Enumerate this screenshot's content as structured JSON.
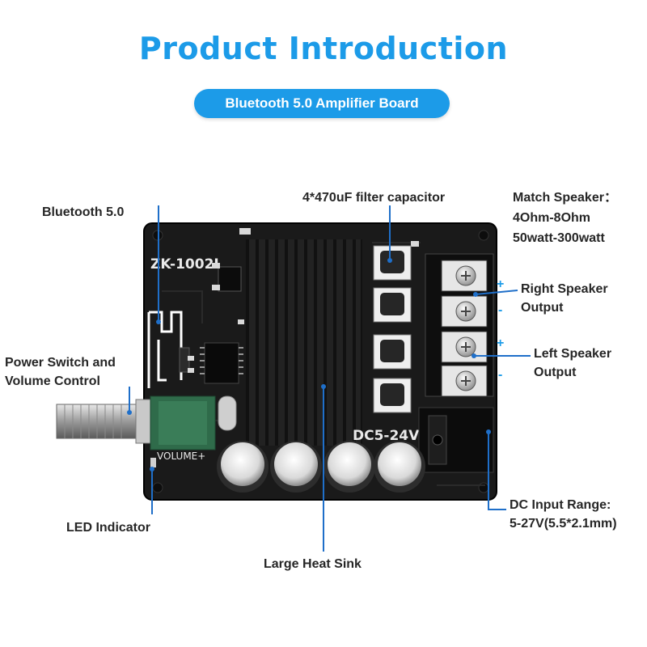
{
  "header": {
    "title": "Product Introduction",
    "subtitle": "Bluetooth 5.0 Amplifier Board"
  },
  "board": {
    "model": "ZK-1002L",
    "voltage": "DC5-24V",
    "volume_mark": "VOLUME+",
    "polarity_plus": "+",
    "polarity_minus": "-"
  },
  "callouts": {
    "bluetooth": "Bluetooth 5.0",
    "capacitor": "4*470uF filter capacitor",
    "match_speaker_1": "Match Speaker：",
    "match_speaker_2": "4Ohm-8Ohm",
    "match_speaker_3": "50watt-300watt",
    "right_speaker_1": "Right Speaker",
    "right_speaker_2": "Output",
    "left_speaker_1": "Left Speaker",
    "left_speaker_2": "Output",
    "power_switch_1": "Power Switch and",
    "power_switch_2": "Volume Control",
    "led": "LED Indicator",
    "heatsink": "Large Heat Sink",
    "dc_input_1": "DC Input Range:",
    "dc_input_2": "5-27V(5.5*2.1mm)"
  },
  "colors": {
    "accent": "#1c9be8",
    "board": "#1a1a1a",
    "pointer": "#1f6fc9"
  }
}
